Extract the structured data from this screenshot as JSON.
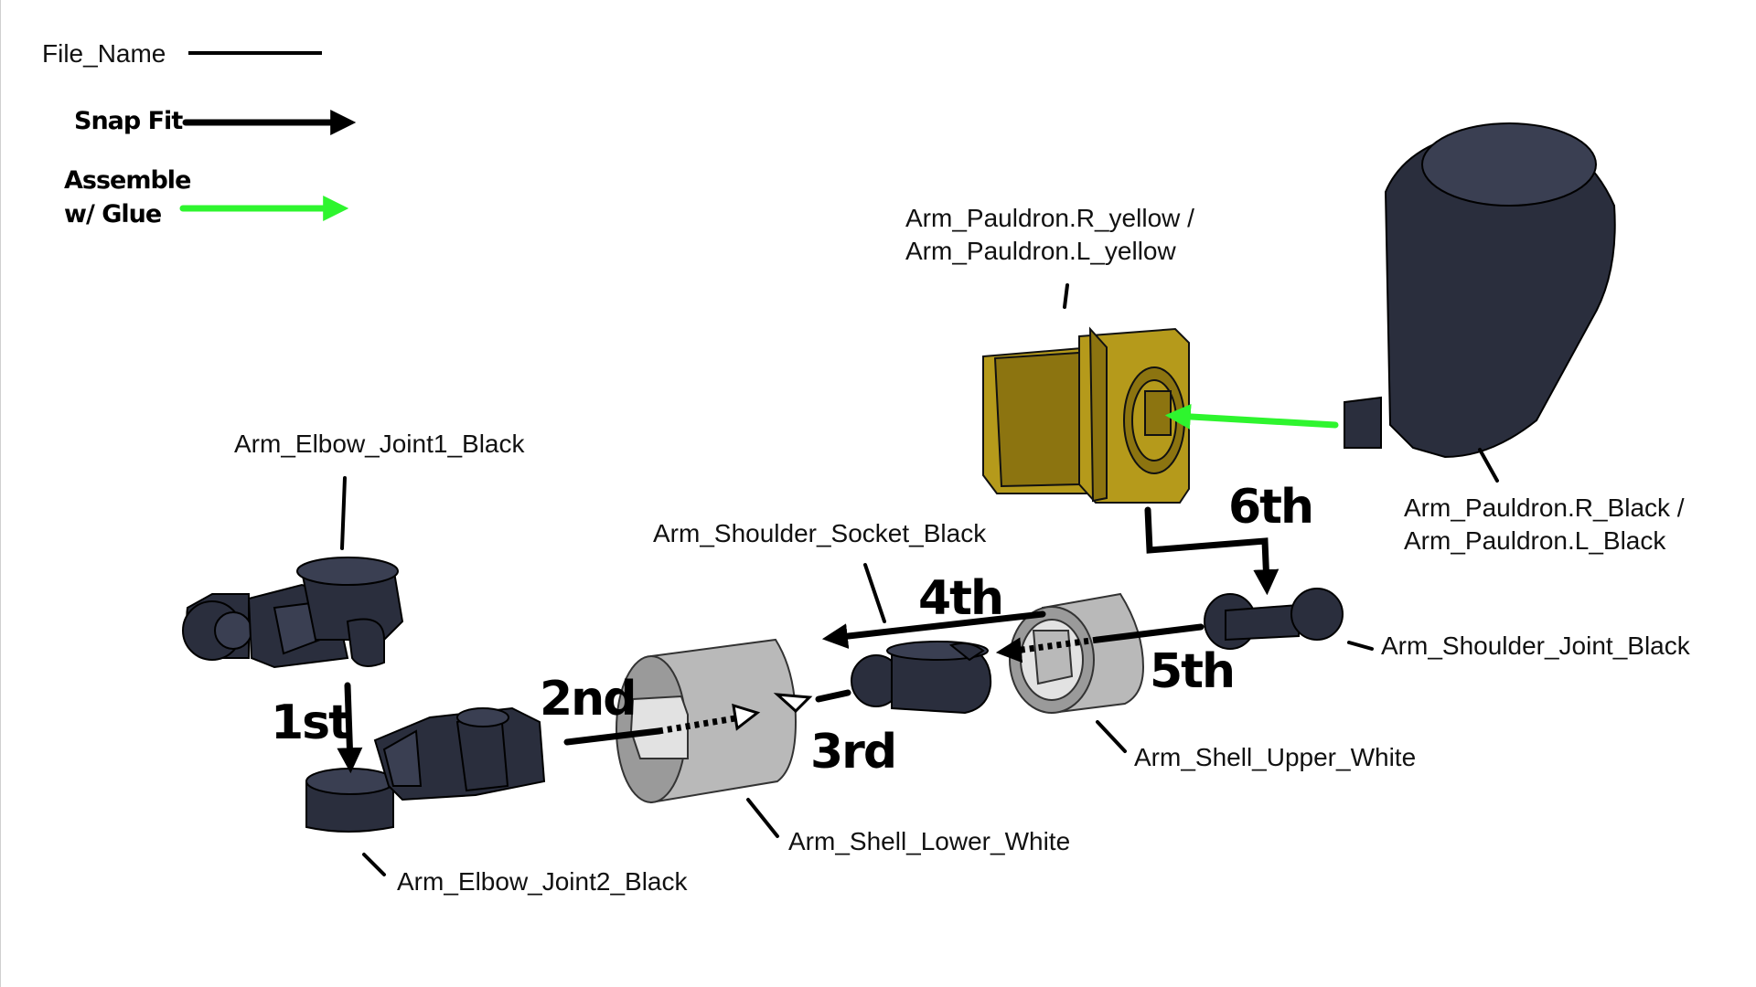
{
  "legend": {
    "file_name": "File_Name",
    "snap_fit": "Snap Fit",
    "assemble_line1": "Assemble",
    "assemble_line2": "w/ Glue"
  },
  "colors": {
    "snap_fit_arrow": "#000000",
    "glue_arrow": "#2ef52e",
    "black_parts": "#2a2e3d",
    "white_parts": "#b9b9b9",
    "yellow_parts": "#b59a1b"
  },
  "parts": {
    "elbow_joint1": "Arm_Elbow_Joint1_Black",
    "elbow_joint2": "Arm_Elbow_Joint2_Black",
    "shell_lower": "Arm_Shell_Lower_White",
    "shoulder_socket": "Arm_Shoulder_Socket_Black",
    "shell_upper": "Arm_Shell_Upper_White",
    "shoulder_joint": "Arm_Shoulder_Joint_Black",
    "pauldron_yellow_r": "Arm_Pauldron.R_yellow /",
    "pauldron_yellow_l": "Arm_Pauldron.L_yellow",
    "pauldron_black_r": "Arm_Pauldron.R_Black /",
    "pauldron_black_l": "Arm_Pauldron.L_Black"
  },
  "steps": {
    "s1": "1st",
    "s2": "2nd",
    "s3": "3rd",
    "s4": "4th",
    "s5": "5th",
    "s6": "6th"
  }
}
